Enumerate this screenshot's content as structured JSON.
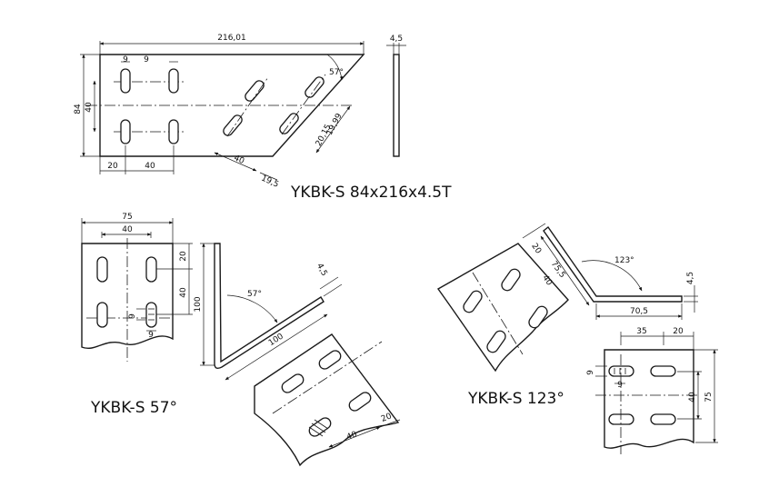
{
  "titles": {
    "flat": "YKBK-S 84x216x4.5T",
    "angle57": "YKBK-S 57°",
    "angle123": "YKBK-S 123°"
  },
  "dims_flat": {
    "length": "216,01",
    "thickness": "4,5",
    "height": "84",
    "hole_spacing_v": "40",
    "slot_w_a": "9",
    "slot_w_b": "9",
    "edge_offset": "20",
    "hole_spacing_h": "40",
    "angle": "57°",
    "diag_a": "19,99",
    "diag_b": "20,15",
    "diag_spacing": "40",
    "diag_offset": "19,5"
  },
  "dims_57": {
    "width": "75",
    "hole_spacing_h": "40",
    "edge_top": "20",
    "hole_spacing_v": "40",
    "slot_w": "9",
    "slot_pitch": "9",
    "leg": "100",
    "angle": "57°",
    "leg_long": "100",
    "thickness": "4,5",
    "bottom_spacing": "40",
    "bottom_edge": "20"
  },
  "dims_123": {
    "edge_top": "20",
    "diag_len": "75,5",
    "diag_spacing": "40",
    "angle": "123°",
    "thickness": "4,5",
    "base_len": "70,5",
    "h_spacing": "35",
    "h_edge": "20",
    "slot_w": "9",
    "slot_pitch": "9",
    "v_spacing": "40",
    "height": "75"
  }
}
